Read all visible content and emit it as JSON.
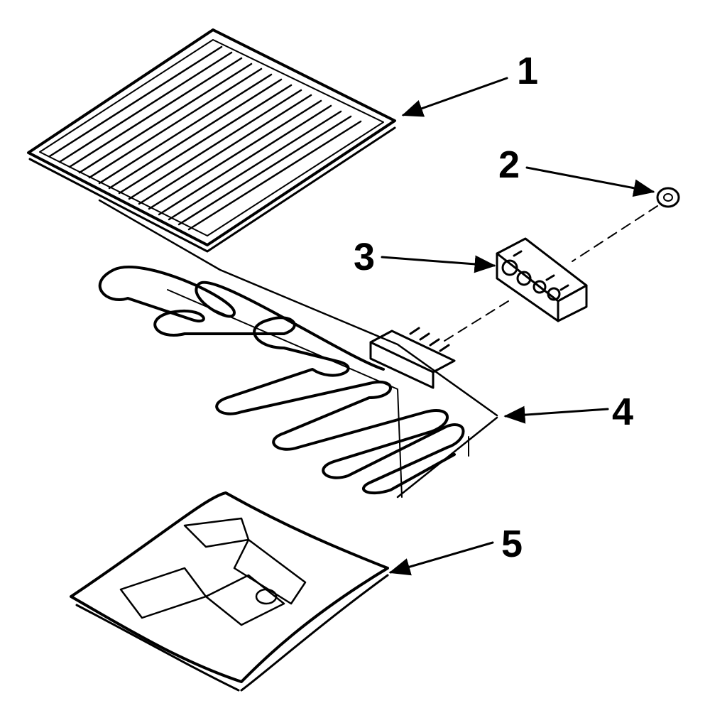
{
  "diagram": {
    "callouts": [
      {
        "label": "1"
      },
      {
        "label": "2"
      },
      {
        "label": "3"
      },
      {
        "label": "4"
      },
      {
        "label": "5"
      }
    ]
  },
  "colors": {
    "ink": "#000000",
    "paper": "#ffffff"
  }
}
